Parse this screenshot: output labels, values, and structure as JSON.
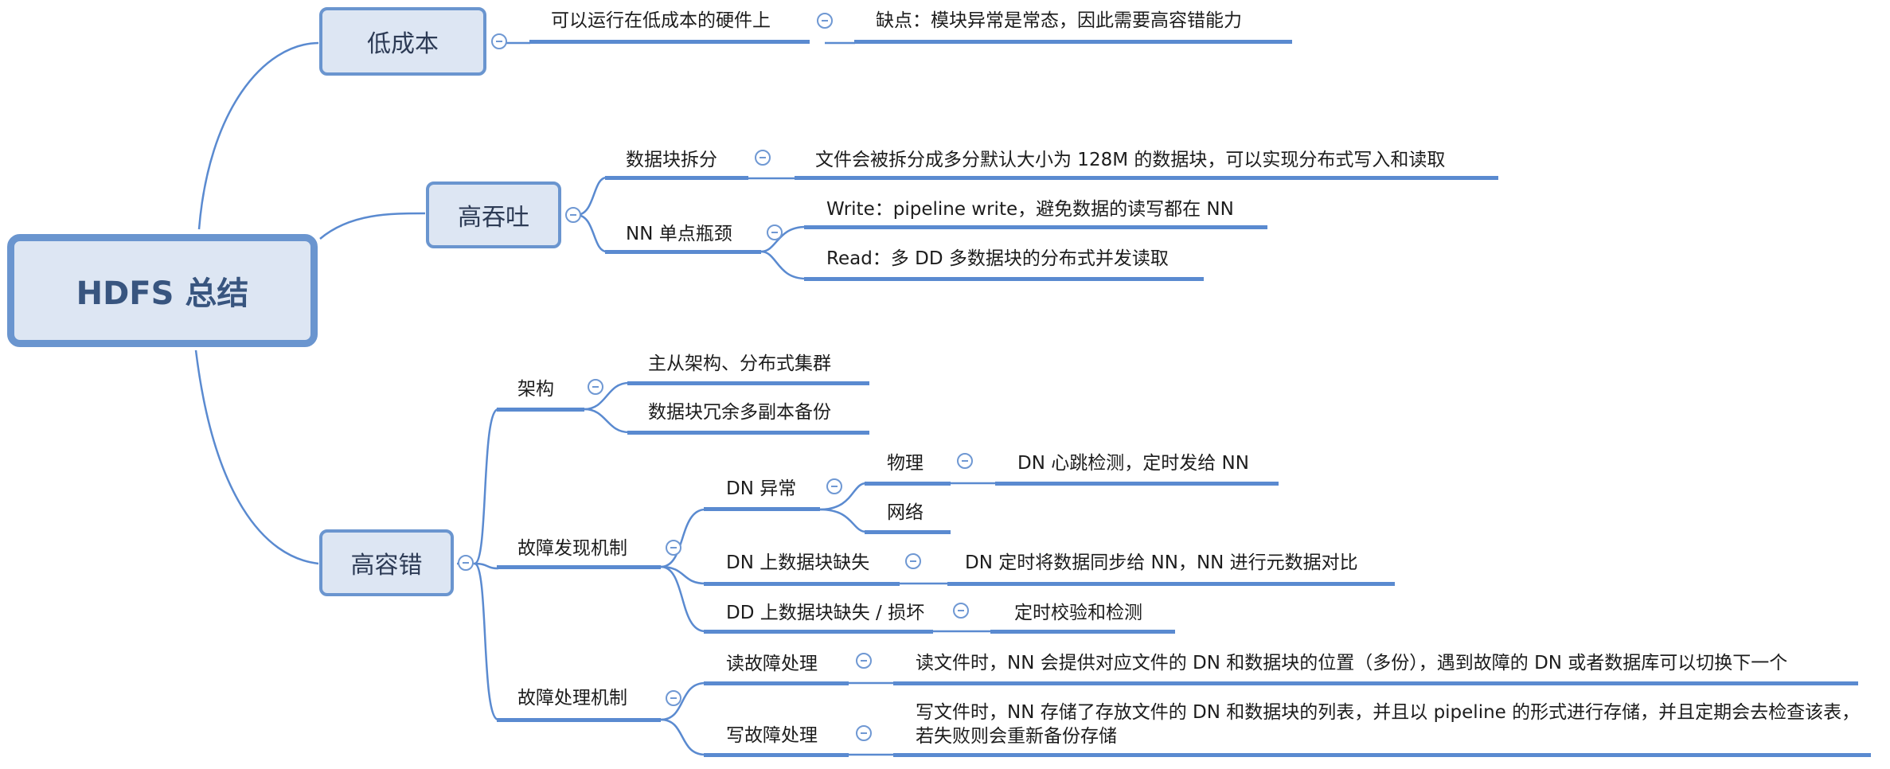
{
  "root": "HDFS 总结",
  "branches": {
    "cost": {
      "label": "低成本",
      "n1": "可以运行在低成本的硬件上",
      "n2": "缺点：模块异常是常态，因此需要高容错能力"
    },
    "throughput": {
      "label": "高吞吐",
      "split": {
        "label": "数据块拆分",
        "detail": "文件会被拆分成多分默认大小为 128M 的数据块，可以实现分布式写入和读取"
      },
      "bottleneck": {
        "label": "NN 单点瓶颈",
        "write": "Write：pipeline write，避免数据的读写都在 NN",
        "read": "Read：多 DD 多数据块的分布式并发读取"
      }
    },
    "fault": {
      "label": "高容错",
      "arch": {
        "label": "架构",
        "item1": "主从架构、分布式集群",
        "item2": "数据块冗余多副本备份"
      },
      "detect": {
        "label": "故障发现机制",
        "dn_error": {
          "label": "DN 异常",
          "physical": "物理",
          "physical_detail": "DN 心跳检测，定时发给 NN",
          "network": "网络"
        },
        "dn_missing": {
          "label": "DN 上数据块缺失",
          "detail": "DN 定时将数据同步给 NN，NN 进行元数据对比"
        },
        "dd_missing": {
          "label": "DD 上数据块缺失 / 损坏",
          "detail": "定时校验和检测"
        }
      },
      "handle": {
        "label": "故障处理机制",
        "read": {
          "label": "读故障处理",
          "detail": "读文件时，NN 会提供对应文件的 DN 和数据块的位置（多份），遇到故障的 DN 或者数据库可以切换下一个"
        },
        "write": {
          "label": "写故障处理",
          "detail": "写文件时，NN 存储了存放文件的 DN 和数据块的列表，并且以 pipeline 的形式进行存储，并且定期会去检查该表，若失败则会重新备份存储"
        }
      }
    }
  },
  "colors": {
    "line": "#5a8ad0",
    "box_fill": "#dde6f3",
    "box_border": "#6a95cf",
    "toggle": "#6f98d3"
  }
}
